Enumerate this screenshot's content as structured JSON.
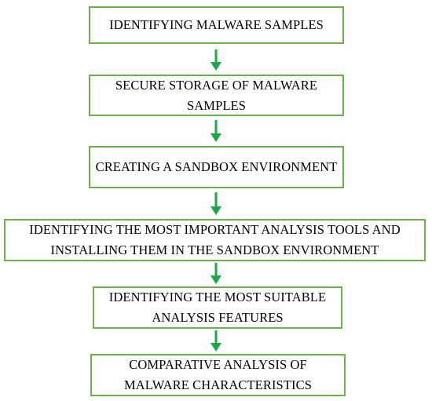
{
  "colors": {
    "box_border": "#6cb24a",
    "arrow": "#1aa84a",
    "text": "#000000"
  },
  "steps": [
    {
      "label": "IDENTIFYING MALWARE SAMPLES"
    },
    {
      "label": "SECURE STORAGE OF MALWARE SAMPLES"
    },
    {
      "label": "CREATING A SANDBOX ENVIRONMENT"
    },
    {
      "label": "IDENTIFYING THE MOST IMPORTANT ANALYSIS TOOLS AND INSTALLING THEM IN THE SANDBOX ENVIRONMENT"
    },
    {
      "label": "IDENTIFYING THE MOST SUITABLE ANALYSIS FEATURES"
    },
    {
      "label": "COMPARATIVE ANALYSIS OF MALWARE CHARACTERISTICS"
    }
  ],
  "arrows": [
    {
      "from": 0,
      "to": 1
    },
    {
      "from": 1,
      "to": 2
    },
    {
      "from": 2,
      "to": 3
    },
    {
      "from": 3,
      "to": 4
    },
    {
      "from": 4,
      "to": 5
    }
  ]
}
